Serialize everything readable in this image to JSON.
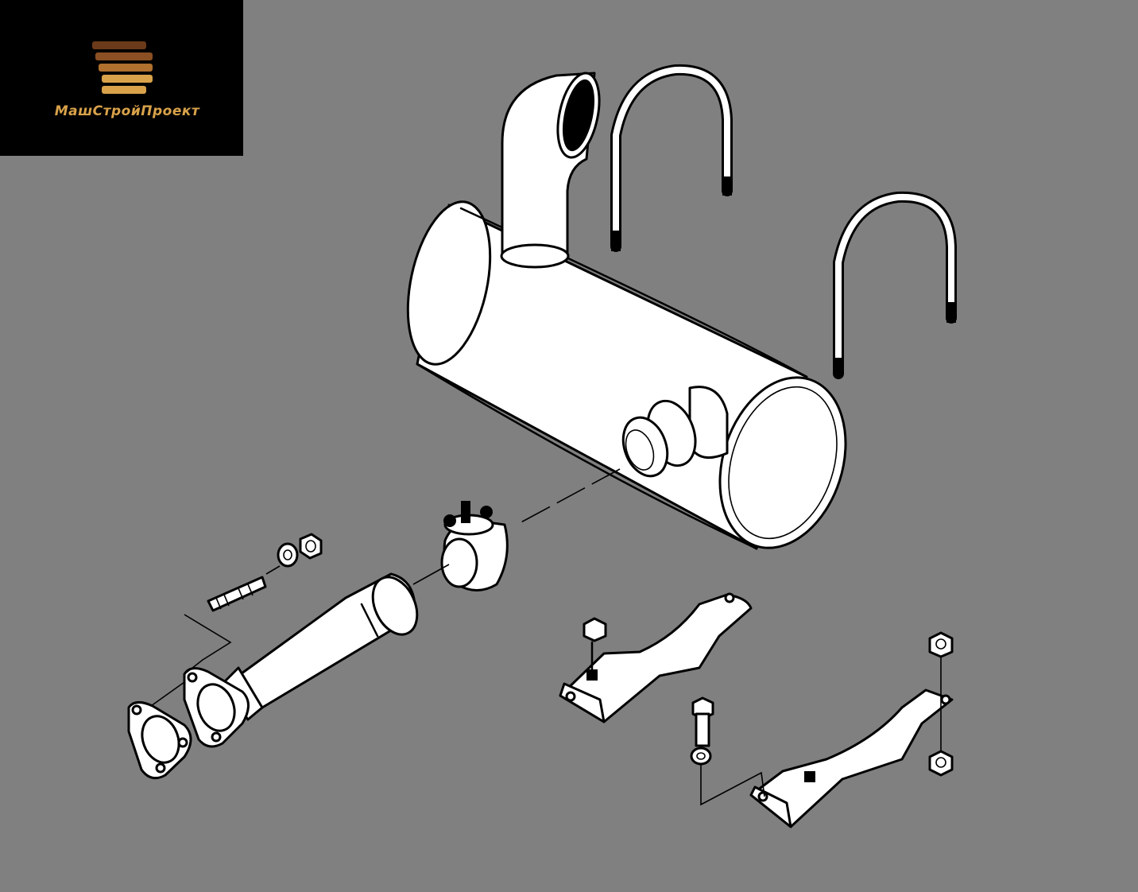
{
  "logo": {
    "text": "МашСтройПроект",
    "stripe_colors": [
      "#6b3a1a",
      "#8a4f22",
      "#b0702e",
      "#d9a24a"
    ]
  },
  "diagram": {
    "parts": [
      "muffler",
      "exhaust-stack",
      "u-bolt",
      "u-bolt",
      "clamp",
      "pipe",
      "gasket",
      "stud",
      "washer",
      "nut",
      "bracket",
      "bracket",
      "bolt",
      "washer",
      "nut"
    ]
  }
}
